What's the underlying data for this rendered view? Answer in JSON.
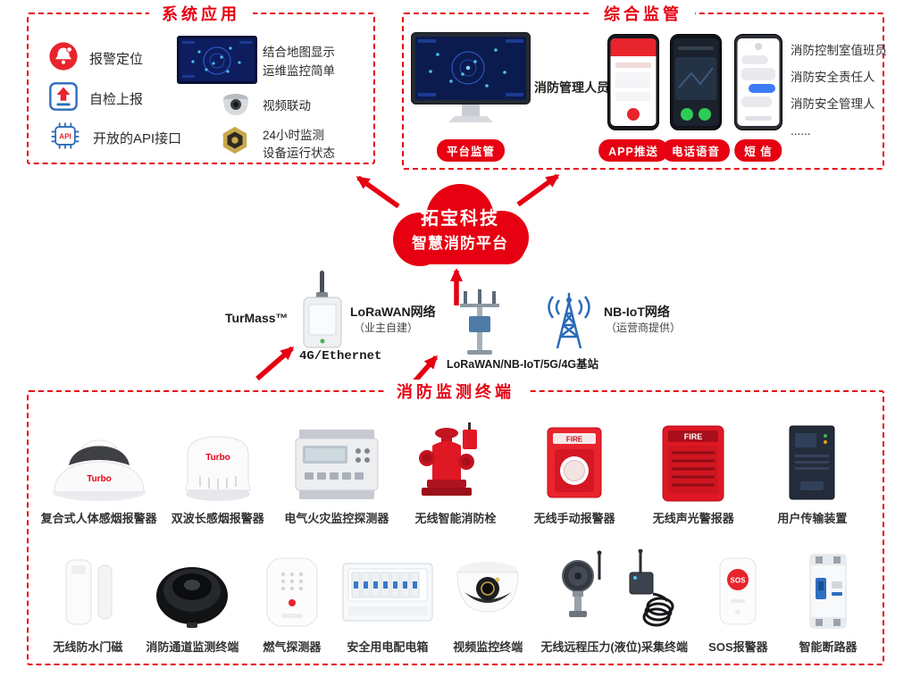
{
  "colors": {
    "brand_red": "#e60012",
    "accent_blue": "#2b6cb8",
    "text_dark": "#333333"
  },
  "system_app": {
    "title": "系统应用",
    "features": [
      {
        "label": "报警定位",
        "icon": "alarm-location-icon"
      },
      {
        "label": "自检上报",
        "icon": "self-check-upload-icon"
      },
      {
        "label": "开放的API接口",
        "icon": "api-chip-icon"
      }
    ],
    "map_caption": {
      "line1": "结合地图显示",
      "line2": "运维监控简单",
      "icon": "map-dashboard-thumbnail"
    },
    "video_label": "视频联动",
    "video_icon": "dome-camera-small-icon",
    "monitor_caption": {
      "line1": "24小时监测",
      "line2": "设备运行状态",
      "icon": "status-hexagon-icon"
    }
  },
  "supervision": {
    "title": "综合监管",
    "platform_badge": "平台监管",
    "platform_icon": "desktop-monitor-icon",
    "manager_label": "消防管理人员",
    "channels": [
      {
        "badge": "APP推送",
        "icon": "app-push-phone-icon"
      },
      {
        "badge": "电话语音",
        "icon": "voice-call-phone-icon"
      },
      {
        "badge": "短 信",
        "icon": "sms-phone-icon"
      }
    ],
    "roles": [
      "消防控制室值班员",
      "消防安全责任人",
      "消防安全管理人",
      "......"
    ]
  },
  "cloud": {
    "line1": "拓宝科技",
    "line2": "智慧消防平台"
  },
  "network": {
    "turmass_label": "TurMass™",
    "gateway_icon": "lorawan-gateway-icon",
    "lorawan_label": "LoRaWAN网络",
    "lorawan_sub": "（业主自建）",
    "backhaul_label": "4G/Ethernet",
    "station_icon": "base-station-icon",
    "station_label": "LoRaWAN/NB-IoT/5G/4G基站",
    "tower_icon": "nbiot-tower-icon",
    "nbiot_label": "NB-IoT网络",
    "nbiot_sub": "（运营商提供）"
  },
  "terminals": {
    "title": "消防监测终端",
    "row1": [
      {
        "label": "复合式人体感烟报警器",
        "icon": "dome-smoke-detector-icon"
      },
      {
        "label": "双波长感烟报警器",
        "icon": "dual-wavelength-smoke-detector-icon"
      },
      {
        "label": "电气火灾监控探测器",
        "icon": "electrical-fire-monitor-icon"
      },
      {
        "label": "无线智能消防栓",
        "icon": "smart-fire-hydrant-icon"
      },
      {
        "label": "无线手动报警器",
        "icon": "manual-call-point-icon"
      },
      {
        "label": "无线声光警报器",
        "icon": "sound-light-alarm-icon"
      },
      {
        "label": "用户传输装置",
        "icon": "user-transmission-device-icon"
      }
    ],
    "row2": [
      {
        "label": "无线防水门磁",
        "icon": "door-magnet-icon"
      },
      {
        "label": "消防通道监测终端",
        "icon": "fire-channel-monitor-icon"
      },
      {
        "label": "燃气探测器",
        "icon": "gas-detector-icon"
      },
      {
        "label": "安全用电配电箱",
        "icon": "power-distribution-box-icon"
      },
      {
        "label": "视频监控终端",
        "icon": "dome-camera-icon"
      },
      {
        "label": "无线远程压力(液位)采集终端",
        "icon": "pressure-level-collector-icon"
      },
      {
        "label": "SOS报警器",
        "icon": "sos-alarm-icon"
      },
      {
        "label": "智能断路器",
        "icon": "smart-breaker-icon"
      }
    ]
  },
  "icon_texts": {
    "api": "API",
    "brand": "Turbo",
    "fire": "FIRE",
    "sos": "SOS"
  }
}
